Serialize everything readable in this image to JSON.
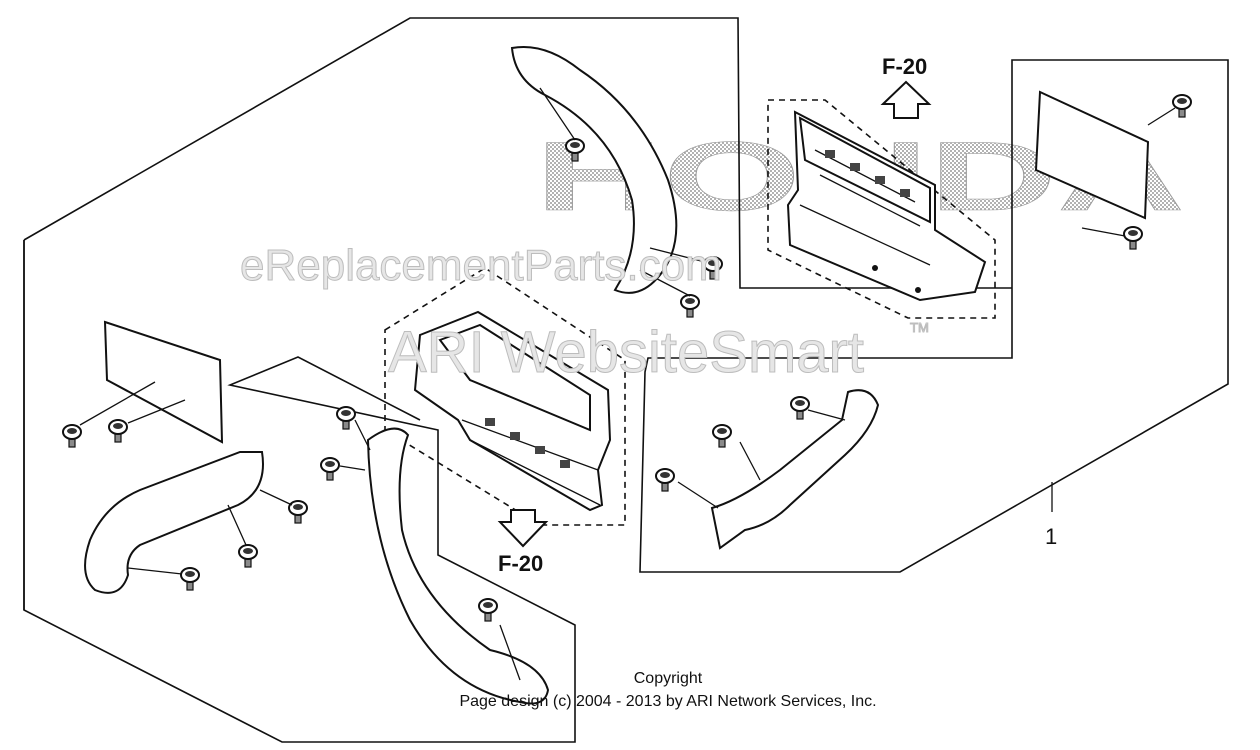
{
  "diagram": {
    "ref_label_top": "F-20",
    "ref_label_bottom": "F-20",
    "part_number": "1"
  },
  "watermark": {
    "brand": "HONDA",
    "site": "eReplacementParts.com",
    "provider": "ARI WebsiteSmart",
    "trademark": "TM"
  },
  "copyright": {
    "line1": "Copyright",
    "line2": "Page design (c) 2004 - 2013 by ARI Network Services, Inc."
  }
}
